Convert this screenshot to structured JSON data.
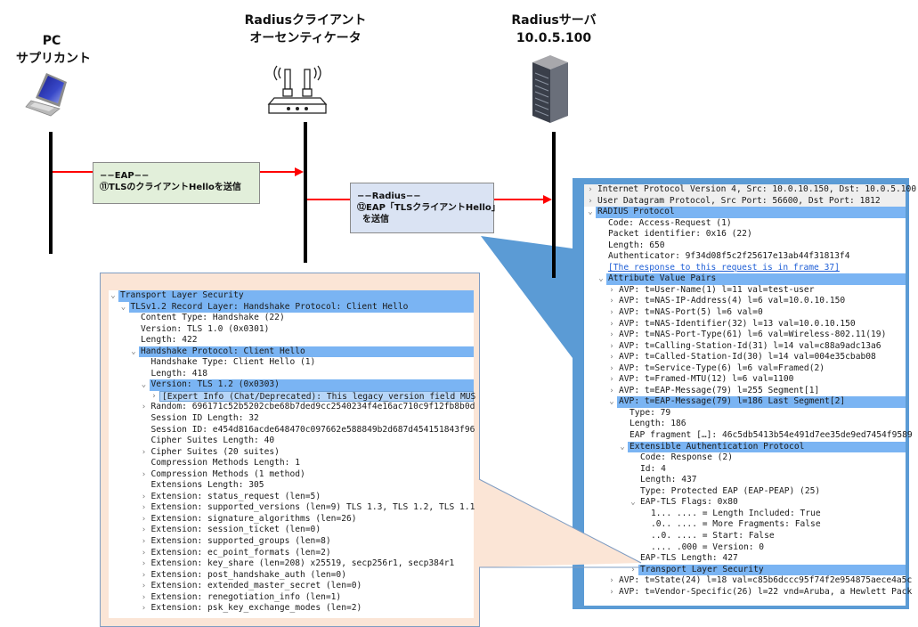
{
  "nodes": {
    "pc": {
      "line1": "PC",
      "line2": "サプリカント",
      "icon": "laptop-icon"
    },
    "client": {
      "line1": "Radiusクライアント",
      "line2": "オーセンティケータ",
      "icon": "wireless-router-icon"
    },
    "server": {
      "line1": "Radiusサーバ",
      "line2": "10.0.5.100",
      "icon": "server-rack-icon"
    }
  },
  "messages": [
    {
      "line1": "−−EAP−−",
      "line2": "⑪TLSのクライアントHelloを送信",
      "line3": "",
      "fill": "#e2efda",
      "from": "pc",
      "to": "client"
    },
    {
      "line1": "−−Radius−−",
      "line2": "⑫EAP「TLSクライアントHello」",
      "line3": "を送信",
      "fill": "#dae3f3",
      "from": "client",
      "to": "server"
    }
  ],
  "colors": {
    "arrow": "#ff0000",
    "lifeline": "#000000",
    "radius_callout": "#5b9bd5",
    "tls_callout": "#fbe5d6",
    "row_highlight": "#7ab4f3"
  },
  "radius_packet_tree": [
    {
      "level": 0,
      "chev": ">",
      "text": "Internet Protocol Version 4, Src: 10.0.10.150, Dst: 10.0.5.100",
      "style": "gray"
    },
    {
      "level": 0,
      "chev": ">",
      "text": "User Datagram Protocol, Src Port: 56600, Dst Port: 1812",
      "style": "gray"
    },
    {
      "level": 0,
      "chev": "v",
      "text": "RADIUS Protocol",
      "style": "hl"
    },
    {
      "level": 1,
      "chev": "",
      "text": "Code: Access-Request (1)",
      "style": ""
    },
    {
      "level": 1,
      "chev": "",
      "text": "Packet identifier: 0x16 (22)",
      "style": ""
    },
    {
      "level": 1,
      "chev": "",
      "text": "Length: 650",
      "style": ""
    },
    {
      "level": 1,
      "chev": "",
      "text": "Authenticator: 9f34d08f5c2f25617e13ab44f31813f4",
      "style": ""
    },
    {
      "level": 1,
      "chev": "",
      "text": "[The response to this request is in frame 37]",
      "style": "link"
    },
    {
      "level": 1,
      "chev": "v",
      "text": "Attribute Value Pairs",
      "style": "hl"
    },
    {
      "level": 2,
      "chev": ">",
      "text": "AVP: t=User-Name(1) l=11 val=test-user",
      "style": ""
    },
    {
      "level": 2,
      "chev": ">",
      "text": "AVP: t=NAS-IP-Address(4) l=6 val=10.0.10.150",
      "style": ""
    },
    {
      "level": 2,
      "chev": ">",
      "text": "AVP: t=NAS-Port(5) l=6 val=0",
      "style": ""
    },
    {
      "level": 2,
      "chev": ">",
      "text": "AVP: t=NAS-Identifier(32) l=13 val=10.0.10.150",
      "style": ""
    },
    {
      "level": 2,
      "chev": ">",
      "text": "AVP: t=NAS-Port-Type(61) l=6 val=Wireless-802.11(19)",
      "style": ""
    },
    {
      "level": 2,
      "chev": ">",
      "text": "AVP: t=Calling-Station-Id(31) l=14 val=c88a9adc13a6",
      "style": ""
    },
    {
      "level": 2,
      "chev": ">",
      "text": "AVP: t=Called-Station-Id(30) l=14 val=004e35cbab08",
      "style": ""
    },
    {
      "level": 2,
      "chev": ">",
      "text": "AVP: t=Service-Type(6) l=6 val=Framed(2)",
      "style": ""
    },
    {
      "level": 2,
      "chev": ">",
      "text": "AVP: t=Framed-MTU(12) l=6 val=1100",
      "style": ""
    },
    {
      "level": 2,
      "chev": ">",
      "text": "AVP: t=EAP-Message(79) l=255 Segment[1]",
      "style": ""
    },
    {
      "level": 2,
      "chev": "v",
      "text": "AVP: t=EAP-Message(79) l=186 Last Segment[2]",
      "style": "hl"
    },
    {
      "level": 3,
      "chev": "",
      "text": "Type: 79",
      "style": ""
    },
    {
      "level": 3,
      "chev": "",
      "text": "Length: 186",
      "style": ""
    },
    {
      "level": 3,
      "chev": "",
      "text": "EAP fragment […]: 46c5db5413b54e491d7ee35de9ed7454f9589",
      "style": ""
    },
    {
      "level": 3,
      "chev": "v",
      "text": "Extensible Authentication Protocol",
      "style": "hl"
    },
    {
      "level": 4,
      "chev": "",
      "text": "Code: Response (2)",
      "style": ""
    },
    {
      "level": 4,
      "chev": "",
      "text": "Id: 4",
      "style": ""
    },
    {
      "level": 4,
      "chev": "",
      "text": "Length: 437",
      "style": ""
    },
    {
      "level": 4,
      "chev": "",
      "text": "Type: Protected EAP (EAP-PEAP) (25)",
      "style": ""
    },
    {
      "level": 4,
      "chev": "v",
      "text": "EAP-TLS Flags: 0x80",
      "style": ""
    },
    {
      "level": 5,
      "chev": "",
      "text": "1... .... = Length Included: True",
      "style": ""
    },
    {
      "level": 5,
      "chev": "",
      "text": ".0.. .... = More Fragments: False",
      "style": ""
    },
    {
      "level": 5,
      "chev": "",
      "text": "..0. .... = Start: False",
      "style": ""
    },
    {
      "level": 5,
      "chev": "",
      "text": ".... .000 = Version: 0",
      "style": ""
    },
    {
      "level": 4,
      "chev": "",
      "text": "EAP-TLS Length: 427",
      "style": ""
    },
    {
      "level": 4,
      "chev": ">",
      "text": "Transport Layer Security",
      "style": "hl"
    },
    {
      "level": 2,
      "chev": ">",
      "text": "AVP: t=State(24) l=18 val=c85b6dccc95f74f2e954875aece4a5c",
      "style": ""
    },
    {
      "level": 2,
      "chev": ">",
      "text": "AVP: t=Vendor-Specific(26) l=22 vnd=Aruba, a Hewlett Pack",
      "style": ""
    }
  ],
  "tls_packet_tree": [
    {
      "level": 0,
      "chev": "v",
      "text": "Transport Layer Security",
      "style": "hl"
    },
    {
      "level": 1,
      "chev": "v",
      "text": "TLSv1.2 Record Layer: Handshake Protocol: Client Hello",
      "style": "hl"
    },
    {
      "level": 2,
      "chev": "",
      "text": "Content Type: Handshake (22)",
      "style": ""
    },
    {
      "level": 2,
      "chev": "",
      "text": "Version: TLS 1.0 (0x0301)",
      "style": ""
    },
    {
      "level": 2,
      "chev": "",
      "text": "Length: 422",
      "style": ""
    },
    {
      "level": 2,
      "chev": "v",
      "text": "Handshake Protocol: Client Hello",
      "style": "hl"
    },
    {
      "level": 3,
      "chev": "",
      "text": "Handshake Type: Client Hello (1)",
      "style": ""
    },
    {
      "level": 3,
      "chev": "",
      "text": "Length: 418",
      "style": ""
    },
    {
      "level": 3,
      "chev": "v",
      "text": "Version: TLS 1.2 (0x0303)",
      "style": "hl"
    },
    {
      "level": 4,
      "chev": ">",
      "text": "[Expert Info (Chat/Deprecated): This legacy_version field MUS",
      "style": "hl-light"
    },
    {
      "level": 3,
      "chev": ">",
      "text": "Random: 696171c52b5202cbe68b7ded9cc2540234f4e16ac710c9f12fb8b0d",
      "style": ""
    },
    {
      "level": 3,
      "chev": "",
      "text": "Session ID Length: 32",
      "style": ""
    },
    {
      "level": 3,
      "chev": "",
      "text": "Session ID: e454d816acde648470c097662e588849b2d687d454151843f96",
      "style": ""
    },
    {
      "level": 3,
      "chev": "",
      "text": "Cipher Suites Length: 40",
      "style": ""
    },
    {
      "level": 3,
      "chev": ">",
      "text": "Cipher Suites (20 suites)",
      "style": ""
    },
    {
      "level": 3,
      "chev": "",
      "text": "Compression Methods Length: 1",
      "style": ""
    },
    {
      "level": 3,
      "chev": ">",
      "text": "Compression Methods (1 method)",
      "style": ""
    },
    {
      "level": 3,
      "chev": "",
      "text": "Extensions Length: 305",
      "style": ""
    },
    {
      "level": 3,
      "chev": ">",
      "text": "Extension: status_request (len=5)",
      "style": ""
    },
    {
      "level": 3,
      "chev": ">",
      "text": "Extension: supported_versions (len=9) TLS 1.3, TLS 1.2, TLS 1.1",
      "style": ""
    },
    {
      "level": 3,
      "chev": ">",
      "text": "Extension: signature_algorithms (len=26)",
      "style": ""
    },
    {
      "level": 3,
      "chev": ">",
      "text": "Extension: session_ticket (len=0)",
      "style": ""
    },
    {
      "level": 3,
      "chev": ">",
      "text": "Extension: supported_groups (len=8)",
      "style": ""
    },
    {
      "level": 3,
      "chev": ">",
      "text": "Extension: ec_point_formats (len=2)",
      "style": ""
    },
    {
      "level": 3,
      "chev": ">",
      "text": "Extension: key_share (len=208) x25519, secp256r1, secp384r1",
      "style": ""
    },
    {
      "level": 3,
      "chev": ">",
      "text": "Extension: post_handshake_auth (len=0)",
      "style": ""
    },
    {
      "level": 3,
      "chev": ">",
      "text": "Extension: extended_master_secret (len=0)",
      "style": ""
    },
    {
      "level": 3,
      "chev": ">",
      "text": "Extension: renegotiation_info (len=1)",
      "style": ""
    },
    {
      "level": 3,
      "chev": ">",
      "text": "Extension: psk_key_exchange_modes (len=2)",
      "style": ""
    }
  ]
}
